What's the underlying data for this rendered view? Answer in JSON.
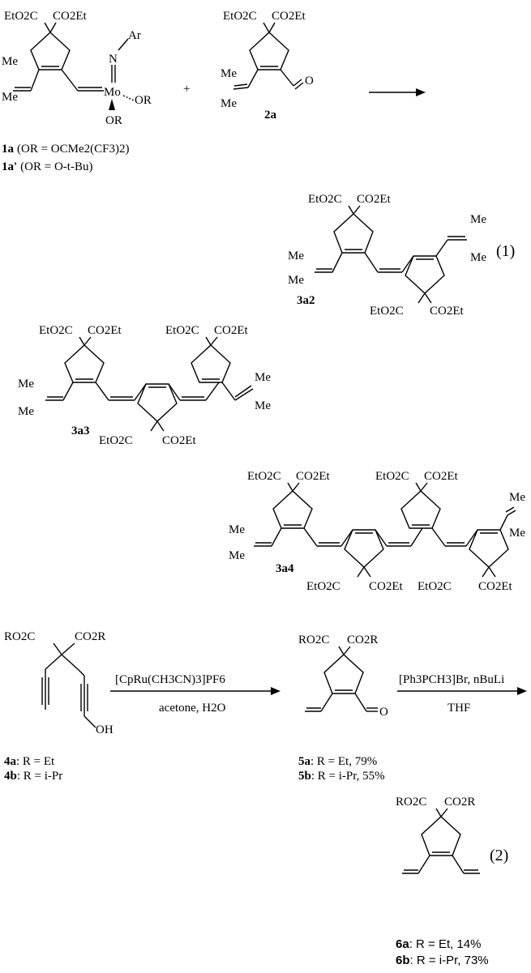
{
  "equation1": {
    "reactant1": {
      "ester_left": "EtO2C",
      "ester_right": "CO2Et",
      "me_top": "Me",
      "me_bottom": "Me",
      "ar": "Ar",
      "n": "N",
      "mo": "Mo",
      "or1": "OR",
      "or2": "OR",
      "label_1a_id": "1a",
      "label_1a_text": "(OR = OCMe2(CF3)2)",
      "label_1a2_id": "1a'",
      "label_1a2_text": "(OR = O-t-Bu)"
    },
    "plus": "+",
    "reactant2": {
      "ester_left": "EtO2C",
      "ester_right": "CO2Et",
      "me_top": "Me",
      "me_bottom": "Me",
      "o": "O",
      "label": "2a"
    },
    "product_dimer": {
      "ester_top_left": "EtO2C",
      "ester_top_right": "CO2Et",
      "ester_bottom_left": "EtO2C",
      "ester_bottom_right": "CO2Et",
      "me_left_top": "Me",
      "me_left_bottom": "Me",
      "me_right_top": "Me",
      "me_right_bottom": "Me",
      "label": "3a2"
    },
    "number": "(1)"
  },
  "trimer": {
    "ester_1_left": "EtO2C",
    "ester_1_right": "CO2Et",
    "ester_2_left": "EtO2C",
    "ester_2_right": "CO2Et",
    "ester_3_left": "EtO2C",
    "ester_3_right": "CO2Et",
    "me_left_top": "Me",
    "me_left_bottom": "Me",
    "me_right_top": "Me",
    "me_right_bottom": "Me",
    "label": "3a3"
  },
  "tetramer": {
    "ester_1_left": "EtO2C",
    "ester_1_right": "CO2Et",
    "ester_2_left": "EtO2C",
    "ester_2_right": "CO2Et",
    "ester_3_left": "EtO2C",
    "ester_3_right": "CO2Et",
    "ester_4_left": "EtO2C",
    "ester_4_right": "CO2Et",
    "me_left_top": "Me",
    "me_left_bottom": "Me",
    "me_right_top": "Me",
    "me_right_bottom": "Me",
    "label": "3a4"
  },
  "equation2": {
    "diyne": {
      "ester_left": "RO2C",
      "ester_right": "CO2R",
      "oh": "OH",
      "label_a_id": "4a",
      "label_a_text": ": R = Et",
      "label_b_id": "4b",
      "label_b_text": ": R = i-Pr"
    },
    "step1": {
      "reagent": "[CpRu(CH3CN)3]PF6",
      "conditions": "acetone, H2O"
    },
    "aldehyde": {
      "ester_left": "RO2C",
      "ester_right": "CO2R",
      "o": "O",
      "label_a_id": "5a",
      "label_a_text": ": R = Et, 79%",
      "label_b_id": "5b",
      "label_b_text": ": R = i-Pr, 55%"
    },
    "step2": {
      "reagent": "[Ph3PCH3]Br, nBuLi",
      "conditions": "THF"
    },
    "diene": {
      "ester_left": "RO2C",
      "ester_right": "CO2R",
      "label_a_id": "6a",
      "label_a_text": ": R = Et, 14%",
      "label_b_id": "6b",
      "label_b_text": ": R = i-Pr, 73%"
    },
    "number": "(2)"
  }
}
